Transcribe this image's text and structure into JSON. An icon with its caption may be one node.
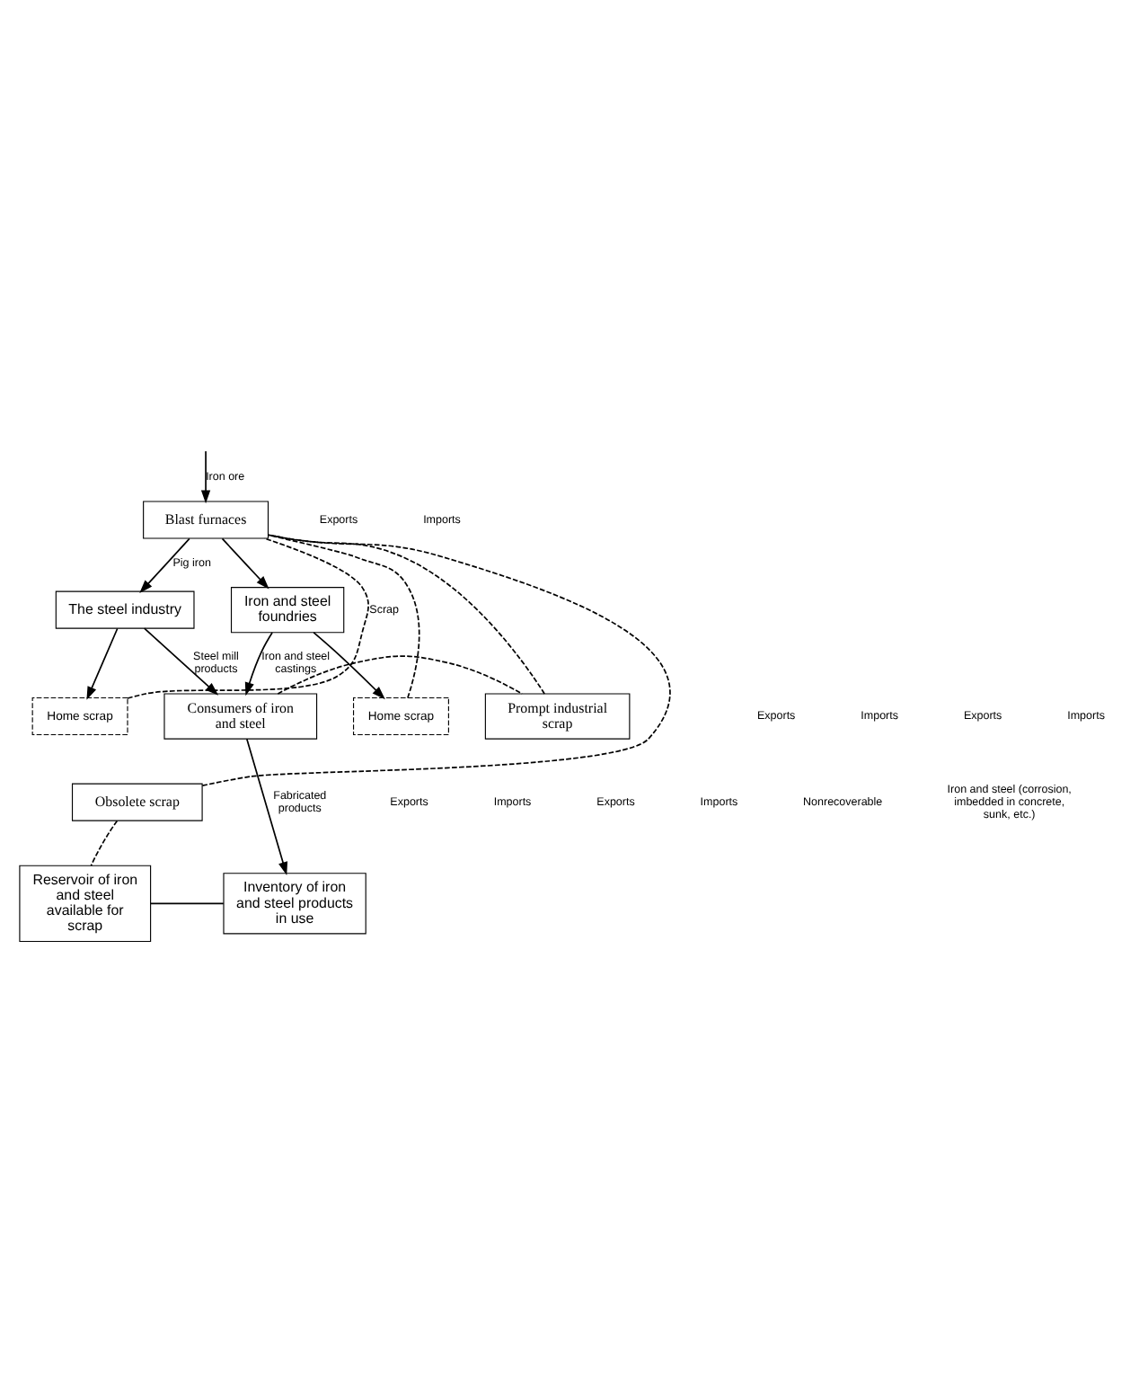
{
  "diagram": {
    "nodes": [
      {
        "text": [
          "Blast furnaces"
        ]
      },
      {
        "text": [
          "The steel industry"
        ]
      },
      {
        "text": [
          "Iron and steel foundries"
        ]
      },
      {
        "text": [
          "Home scrap"
        ]
      },
      {
        "text": [
          "Home scrap"
        ]
      },
      {
        "text": [
          "Prompt industrial scrap"
        ]
      },
      {
        "text": [
          "Consumers of iron and steel"
        ]
      },
      {
        "text": [
          "Obsolete scrap"
        ]
      },
      {
        "text": [
          "Reservoir of iron and steel available for scrap"
        ]
      },
      {
        "text": [
          "Inventory of iron and steel products in use"
        ]
      }
    ],
    "edges": [
      {
        "from": null,
        "to": 0,
        "arrow": "to",
        "label": "Iron ore"
      },
      {
        "from": 0,
        "to": 1,
        "arrow": "to",
        "label": "Pig iron"
      },
      {
        "from": 0,
        "to": 2,
        "arrow": "to"
      },
      {
        "from": 1,
        "to": 3,
        "arrow": "to"
      },
      {
        "from": 2,
        "to": 4,
        "arrow": "to"
      },
      {
        "from": 3,
        "to": 0,
        "arrow": "none",
        "style": "dashed",
        "label": "Scrap"
      },
      {
        "from": 4,
        "to": 0,
        "arrow": "none",
        "style": "dashed"
      },
      {
        "from": 1,
        "to": 6,
        "arrow": "to",
        "label": "Steel mill products"
      },
      {
        "from": 2,
        "to": 6,
        "arrow": "to",
        "label": "Iron and steel castings"
      },
      {
        "from": 6,
        "to": 5,
        "arrow": "none",
        "style": "dashed"
      },
      {
        "from": 5,
        "to": 0,
        "arrow": "none",
        "style": "dashed"
      },
      {
        "from": 6,
        "to": 9,
        "arrow": "to",
        "label": "Fabricated products"
      },
      {
        "from": 7,
        "to": 0,
        "arrow": "none",
        "style": "dashed"
      },
      {
        "from": 7,
        "to": 8,
        "arrow": "none",
        "style": "dashed"
      },
      {
        "from": 8,
        "to": 9,
        "arrow": "none"
      }
    ],
    "labels": [
      "Exports",
      "Imports",
      "Exports",
      "Imports",
      "Exports",
      "Imports",
      "Exports",
      "Imports",
      "Exports",
      "Imports",
      "Nonrecoverable",
      "Iron and steel (corrosion, imbedded in concrete, sunk, etc.)"
    ]
  }
}
